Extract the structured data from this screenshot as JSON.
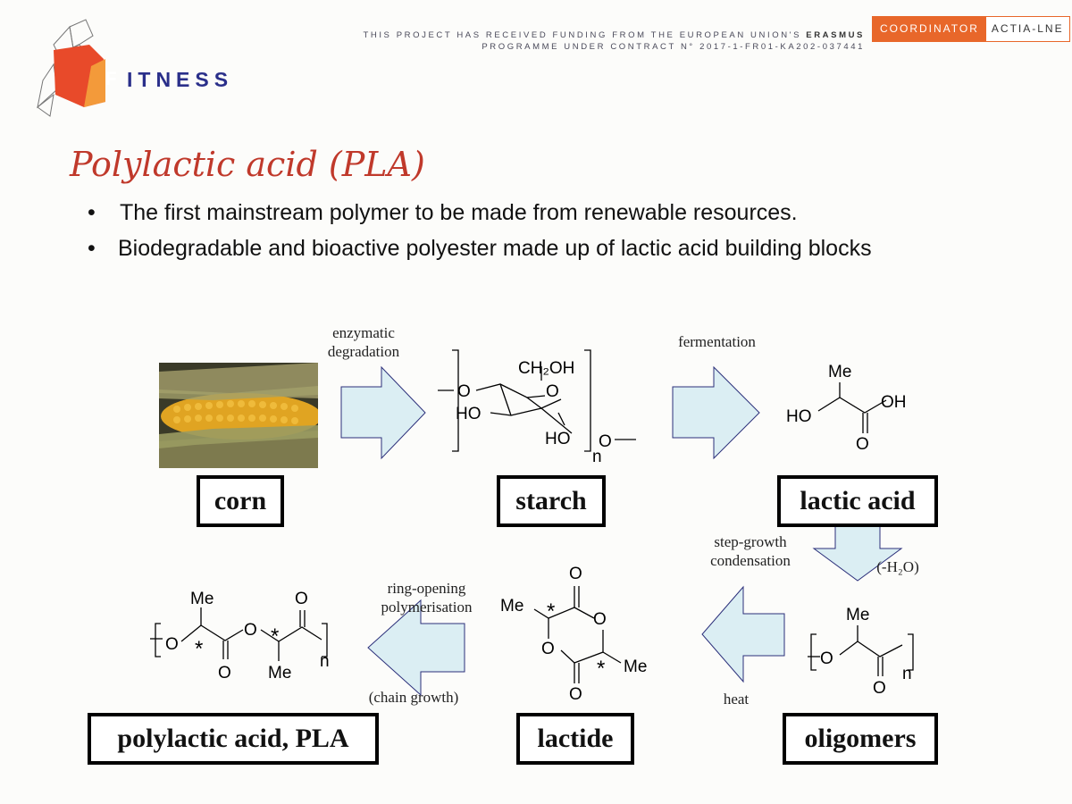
{
  "header": {
    "funding_line1": "THIS PROJECT HAS RECEIVED FUNDING FROM THE EUROPEAN UNION'S",
    "funding_brand": "ERASMUS",
    "funding_line2": "PROGRAMME UNDER CONTRACT N° 2017-1-FR01-KA202-037441",
    "coordinator_label": "COORDINATOR",
    "coordinator_name": "ACTIA-LNE",
    "logo_letter": "F",
    "logo_rest": "ITNESS"
  },
  "slide": {
    "title": "Polylactic acid (PLA)",
    "bullets": [
      "The first mainstream polymer to be made from renewable resources.",
      "Biodegradable and bioactive polyester made up of lactic acid building blocks"
    ],
    "bullet_marker": "•"
  },
  "diagram": {
    "labels": {
      "corn": "corn",
      "starch": "starch",
      "lactic_acid": "lactic acid",
      "oligomers": "oligomers",
      "lactide": "lactide",
      "pla": "polylactic acid, PLA"
    },
    "steps": {
      "enzymatic_1": "enzymatic",
      "enzymatic_2": "degradation",
      "fermentation": "fermentation",
      "step_growth_1": "step-growth",
      "step_growth_2": "condensation",
      "water_loss": "(-H₂O)",
      "heat": "heat",
      "ring_opening_1": "ring-opening",
      "ring_opening_2": "polymerisation",
      "chain_growth": "(chain growth)"
    },
    "atoms": {
      "me": "Me",
      "oh": "OH",
      "ho": "HO",
      "o": "O",
      "n": "n",
      "star": "*",
      "ch2oh": "CH₂OH"
    }
  },
  "colors": {
    "accent": "#c0392b",
    "brand_orange": "#e8672a",
    "brand_blue": "#2a2f8a",
    "arrow_fill": "#dbeef3",
    "arrow_stroke": "#2b2f7a"
  }
}
